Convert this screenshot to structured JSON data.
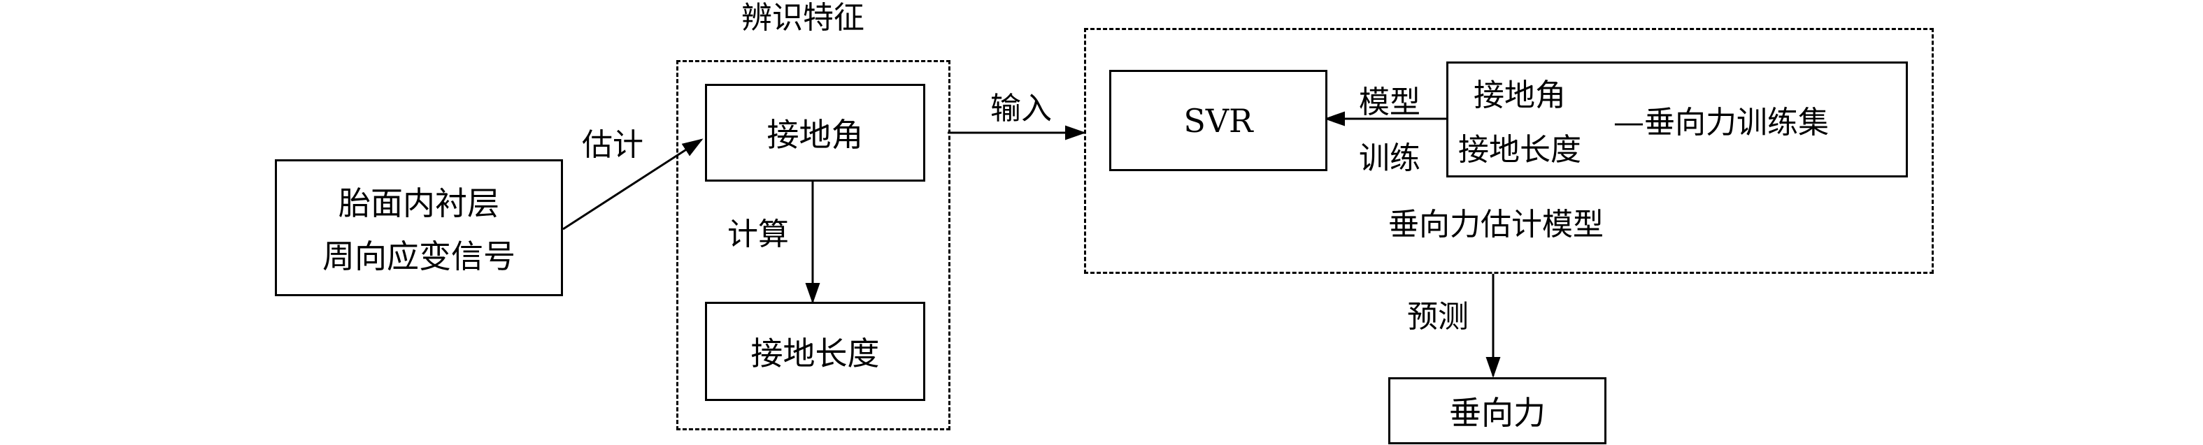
{
  "diagram": {
    "input_signal_lines": [
      "胎面内衬层",
      "周向应变信号"
    ],
    "estimate_label": "估计",
    "group_title": "辨识特征",
    "contact_angle": "接地角",
    "compute_label": "计算",
    "contact_length": "接地长度",
    "input_label": "输入",
    "svr": "SVR",
    "train_label_lines": [
      "模型",
      "训练"
    ],
    "training_set_lines": [
      "接地角",
      "接地长度"
    ],
    "training_set_suffix": "—垂向力训练集",
    "model_title": "垂向力估计模型",
    "predict_label": "预测",
    "output": "垂向力"
  }
}
